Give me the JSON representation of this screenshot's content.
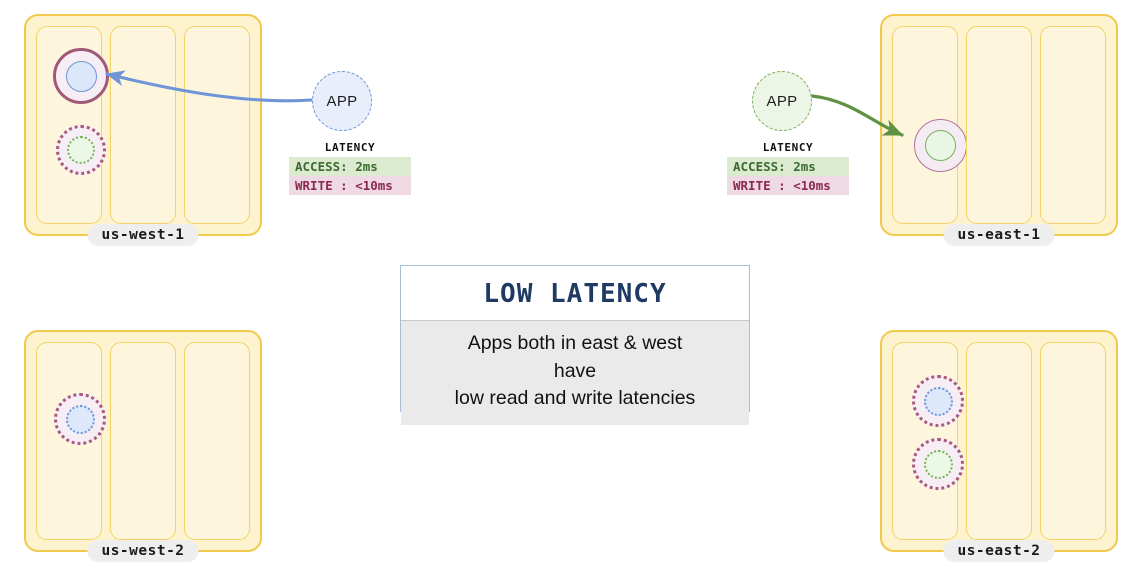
{
  "regions": [
    {
      "id": "us-west-1",
      "label": "us-west-1",
      "nodes": [
        {
          "name": "replica-primary-blue",
          "style": "ring-thick",
          "inner": "blue-solid"
        },
        {
          "name": "replica-dotted-green",
          "style": "ring-dotted",
          "inner": "green-dotted"
        }
      ]
    },
    {
      "id": "us-east-1",
      "label": "us-east-1",
      "nodes": [
        {
          "name": "replica-primary-green",
          "style": "ring-thin",
          "inner": "green-solid"
        }
      ]
    },
    {
      "id": "us-west-2",
      "label": "us-west-2",
      "nodes": [
        {
          "name": "replica-dotted-blue",
          "style": "ring-dotted",
          "inner": "blue-dotted"
        }
      ]
    },
    {
      "id": "us-east-2",
      "label": "us-east-2",
      "nodes": [
        {
          "name": "replica-dotted-blue",
          "style": "ring-dotted",
          "inner": "blue-dotted"
        },
        {
          "name": "replica-dotted-green",
          "style": "ring-dotted",
          "inner": "green-dotted"
        }
      ]
    }
  ],
  "apps": {
    "west": {
      "label": "APP",
      "latency": {
        "caption": "LATENCY",
        "access": "ACCESS: 2ms",
        "write": "WRITE : <10ms"
      }
    },
    "east": {
      "label": "APP",
      "latency": {
        "caption": "LATENCY",
        "access": "ACCESS: 2ms",
        "write": "WRITE : <10ms"
      }
    }
  },
  "card": {
    "title": "LOW  LATENCY",
    "line1": "Apps both in east & west",
    "line2": "have",
    "line3": "low read and write latencies"
  },
  "colors": {
    "region_fill": "#fdf3cf",
    "region_border": "#f2c94c",
    "az_fill": "#fdf6dc",
    "az_border": "#f3d269",
    "blue_arrow": "#6f95d8",
    "green_arrow": "#5f9243",
    "ring_purple": "#a05878",
    "card_border": "#a8bdd8",
    "card_body_bg": "#eaeaea",
    "title_color": "#1f3a63",
    "access_bg": "#dcead0",
    "write_bg": "#efd9e3"
  }
}
